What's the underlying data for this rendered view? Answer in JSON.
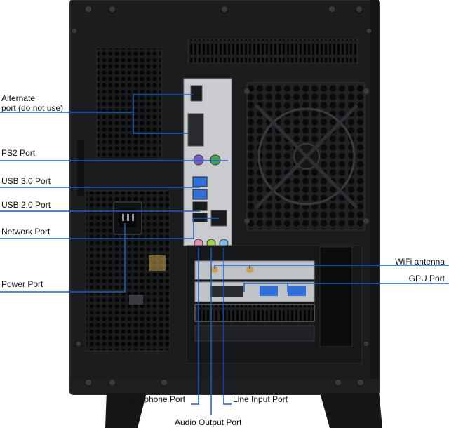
{
  "labels": {
    "alternate_port_line1": "Alternate",
    "alternate_port_line2": "port (do not use)",
    "ps2_port": "PS2 Port",
    "usb3_port": "USB 3.0 Port",
    "usb2_port": "USB 2.0 Port",
    "network_port": "Network Port",
    "power_port": "Power Port",
    "wifi_antenna": "WiFi antenna",
    "gpu_port": "GPU Port",
    "microphone_port": "Microphone Port",
    "audio_output_port": "Audio Output Port",
    "line_input_port": "Line Input Port"
  },
  "colors": {
    "leader_line": "#1f5fbf",
    "case_body": "#1b1c1e",
    "case_edge": "#2c2d30",
    "io_shield": "#c9cbcf",
    "mic_jack": "#e58fb0",
    "audio_out_jack": "#9ed04a",
    "line_in_jack": "#7fb9e6",
    "usb3_blue": "#2f6fd6"
  }
}
